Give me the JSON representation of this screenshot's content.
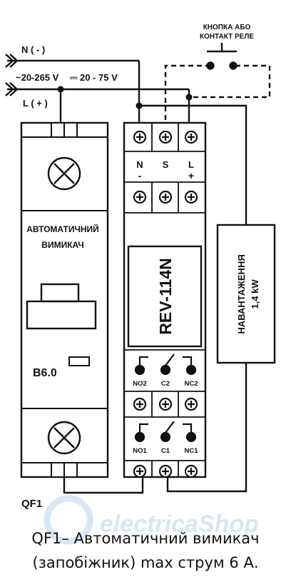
{
  "lines": {
    "neutral_label": "N ( - )",
    "voltage_label": "~20-265 V",
    "dc_voltage_label": "⎓ 20 - 75 V",
    "live_label": "L ( + )"
  },
  "button": {
    "label_line1": "КНОПКА АБО",
    "label_line2": "КОНТАКТ РЕЛЕ"
  },
  "breaker": {
    "title_line1": "АВТОМАТИЧНИЙ",
    "title_line2": "ВИМИКАЧ",
    "rating": "B6.0",
    "designation": "QF1"
  },
  "relay": {
    "model": "REV-114N",
    "top_terminals": [
      "N",
      "S",
      "L"
    ],
    "top_polarity": [
      "-",
      "",
      "+"
    ],
    "contacts_upper": [
      "NO2",
      "C2",
      "NC2"
    ],
    "contacts_lower": [
      "NO1",
      "C1",
      "NC1"
    ]
  },
  "load": {
    "label": "НАВАНТАЖЕННЯ",
    "power": "1,4 kW"
  },
  "watermark": "electricaShop",
  "caption": {
    "line1": "QF1– Автоматичний вимикач",
    "line2": "(запобіжник) max струм 6 А."
  }
}
